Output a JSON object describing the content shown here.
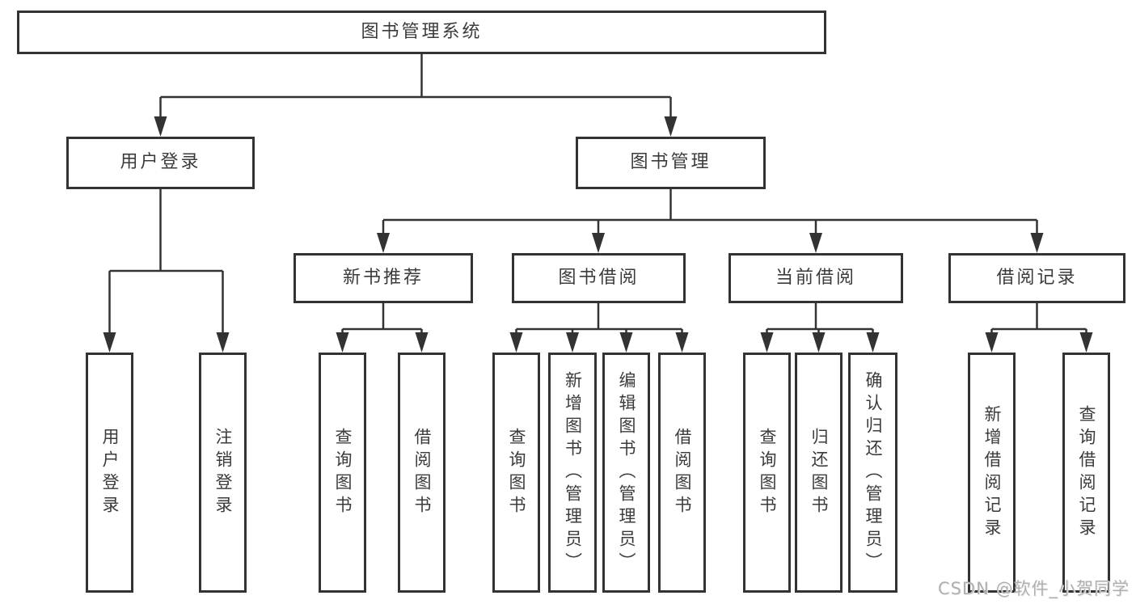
{
  "diagram": {
    "title": "图书管理系统",
    "branches": [
      {
        "label": "用户登录",
        "leaves": [
          "用户登录",
          "注销登录"
        ]
      },
      {
        "label": "图书管理",
        "children": [
          {
            "label": "新书推荐",
            "leaves": [
              "查询图书",
              "借阅图书"
            ]
          },
          {
            "label": "图书借阅",
            "leaves": [
              "查询图书",
              "新增图书（管理员）",
              "编辑图书（管理员）",
              "借阅图书"
            ]
          },
          {
            "label": "当前借阅",
            "leaves": [
              "查询图书",
              "归还图书",
              "确认归还（管理员）"
            ]
          },
          {
            "label": "借阅记录",
            "leaves": [
              "新增借阅记录",
              "查询借阅记录"
            ]
          }
        ]
      }
    ]
  },
  "watermark": {
    "text": "CSDN @软件_小贺同学"
  },
  "colors": {
    "line": "#333333",
    "box_border": "#333333",
    "text": "#3b3b3b",
    "background": "#ffffff",
    "watermark": "#b0b0b0"
  }
}
